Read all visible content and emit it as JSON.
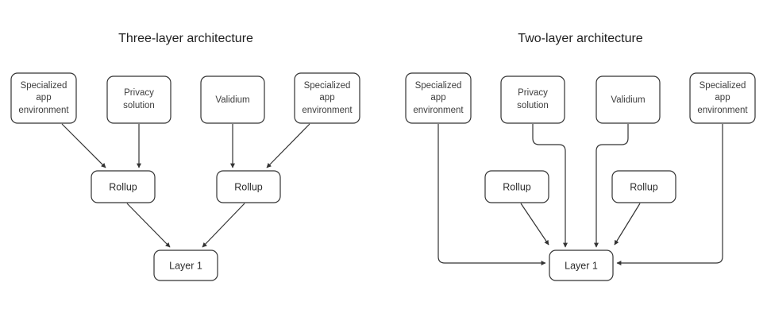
{
  "figure": {
    "background_color": "#ffffff",
    "stroke_color": "#333333",
    "text_color": "#2b2b2b"
  },
  "panels": [
    {
      "id": "three-layer",
      "title": "Three-layer architecture",
      "nodes": {
        "source_1": "Specialized app environment",
        "source_1_lines": [
          "Specialized",
          "app",
          "environment"
        ],
        "source_2_lines": [
          "Privacy",
          "solution"
        ],
        "source_3_lines": [
          "Validium"
        ],
        "source_4_lines": [
          "Specialized",
          "app",
          "environment"
        ],
        "rollup_left": "Rollup",
        "rollup_right": "Rollup",
        "layer1": "Layer 1"
      }
    },
    {
      "id": "two-layer",
      "title": "Two-layer architecture",
      "nodes": {
        "source_1_lines": [
          "Specialized",
          "app",
          "environment"
        ],
        "source_2_lines": [
          "Privacy",
          "solution"
        ],
        "source_3_lines": [
          "Validium"
        ],
        "source_4_lines": [
          "Specialized",
          "app",
          "environment"
        ],
        "rollup_left": "Rollup",
        "rollup_right": "Rollup",
        "layer1": "Layer 1"
      }
    }
  ],
  "labels": {
    "title_left": "Three-layer architecture",
    "title_right": "Two-layer architecture",
    "specialized_l1": "Specialized",
    "specialized_l2": "app",
    "specialized_l3": "environment",
    "privacy_l1": "Privacy",
    "privacy_l2": "solution",
    "validium": "Validium",
    "rollup": "Rollup",
    "layer1": "Layer 1"
  }
}
